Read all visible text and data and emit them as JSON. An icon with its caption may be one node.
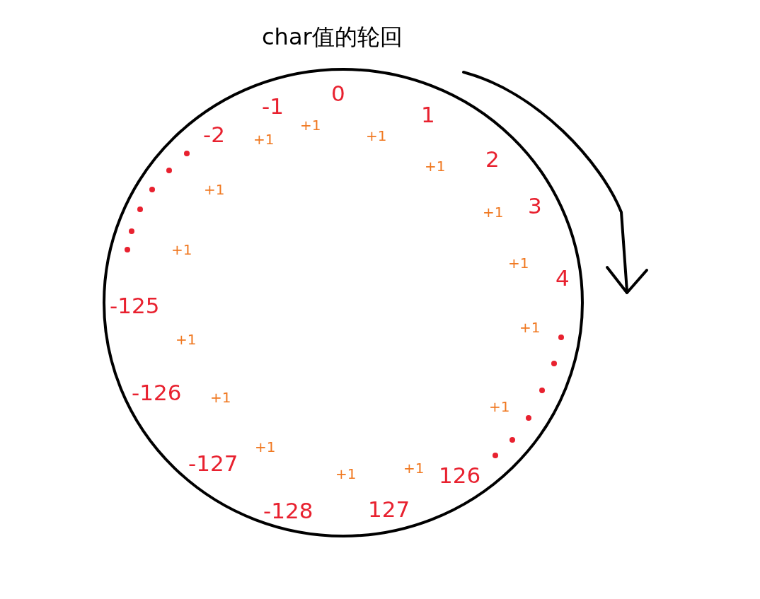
{
  "diagram": {
    "title": "char值的轮回",
    "labels": [
      "0",
      "+1",
      "1",
      "+1",
      "2",
      "+1",
      "3",
      "+1",
      "4",
      "+1",
      "+1",
      "126",
      "+1",
      "127",
      "+1",
      "-128",
      "+1",
      "-127",
      "+1",
      "-126",
      "+1",
      "-125",
      "+1",
      "+1",
      "-2",
      "+1",
      "-1",
      "+1"
    ]
  }
}
